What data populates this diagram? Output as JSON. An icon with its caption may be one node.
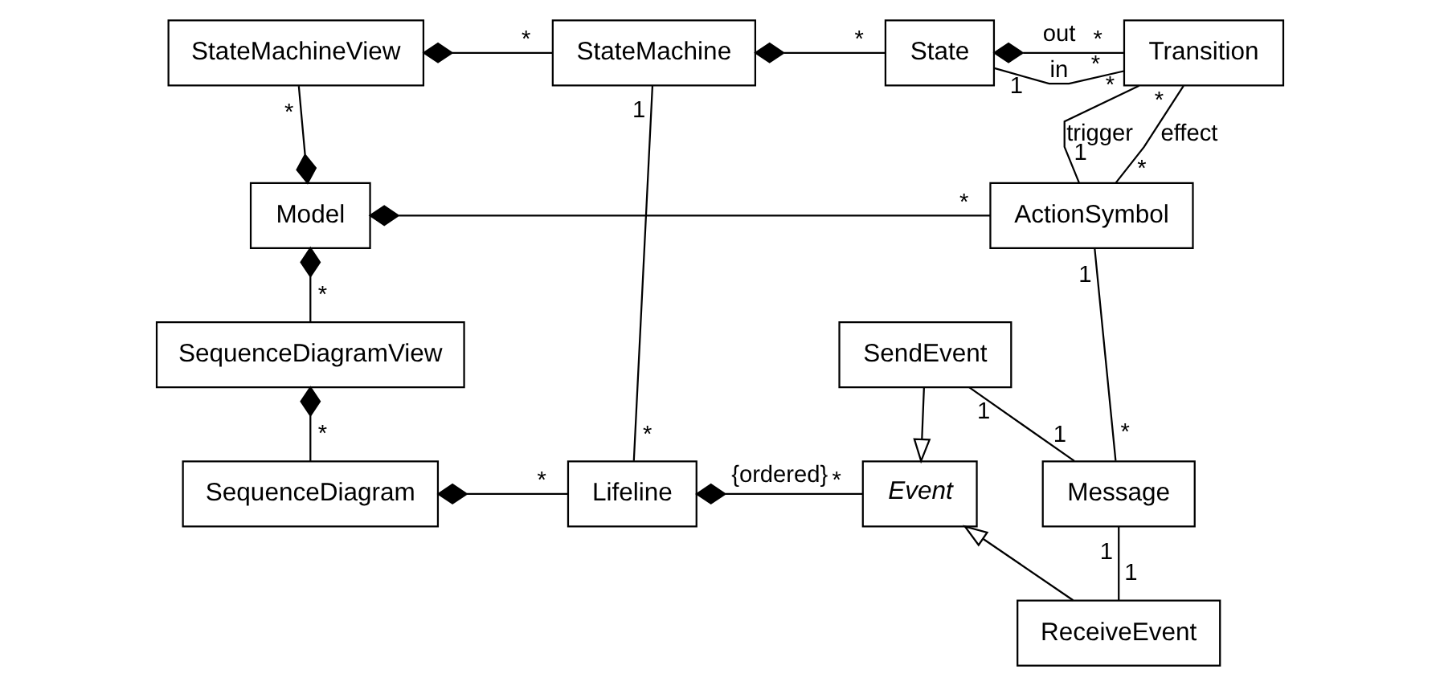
{
  "diagram": {
    "nodes": [
      {
        "text": [
          "StateMachineView"
        ]
      },
      {
        "text": [
          "StateMachine"
        ]
      },
      {
        "text": [
          "State"
        ]
      },
      {
        "text": [
          "Transition"
        ]
      },
      {
        "text": [
          "Model"
        ]
      },
      {
        "text": [
          "ActionSymbol"
        ]
      },
      {
        "text": [
          "SequenceDiagramView"
        ]
      },
      {
        "text": [
          "SendEvent"
        ]
      },
      {
        "text": [
          "SequenceDiagram"
        ]
      },
      {
        "text": [
          "Lifeline"
        ]
      },
      {
        "text": [
          "Event"
        ]
      },
      {
        "text": [
          "Message"
        ]
      },
      {
        "text": [
          "ReceiveEvent"
        ]
      }
    ],
    "edges": [
      {
        "from": 0,
        "to": 1,
        "arrow": "other"
      },
      {
        "from": 1,
        "to": 2,
        "arrow": "other"
      },
      {
        "from": 2,
        "to": 3,
        "arrow": "other",
        "label": "out"
      },
      {
        "from": 2,
        "to": 3,
        "arrow": "none",
        "label": "in"
      },
      {
        "from": 3,
        "to": 5,
        "arrow": "none",
        "label": "trigger"
      },
      {
        "from": 3,
        "to": 5,
        "arrow": "none",
        "label": "effect"
      },
      {
        "from": 0,
        "to": 4,
        "arrow": "other"
      },
      {
        "from": 4,
        "to": 5,
        "arrow": "other"
      },
      {
        "from": 4,
        "to": 6,
        "arrow": "other"
      },
      {
        "from": 1,
        "to": 9,
        "arrow": "none"
      },
      {
        "from": 5,
        "to": 11,
        "arrow": "none"
      },
      {
        "from": 6,
        "to": 8,
        "arrow": "other"
      },
      {
        "from": 8,
        "to": 9,
        "arrow": "other"
      },
      {
        "from": 9,
        "to": 10,
        "arrow": "other"
      },
      {
        "from": 7,
        "to": 10,
        "arrow": "to"
      },
      {
        "from": 12,
        "to": 10,
        "arrow": "to"
      },
      {
        "from": 7,
        "to": 11,
        "arrow": "none"
      },
      {
        "from": 11,
        "to": 12,
        "arrow": "none"
      }
    ],
    "labels": [
      "*",
      "*",
      "*",
      "1",
      "*",
      "*",
      "1",
      "*",
      "*",
      "1",
      "*",
      "*",
      "*",
      "1",
      "1",
      "1",
      "*",
      "*",
      "*",
      "*",
      "*",
      "{ordered}",
      "1",
      "1"
    ]
  }
}
